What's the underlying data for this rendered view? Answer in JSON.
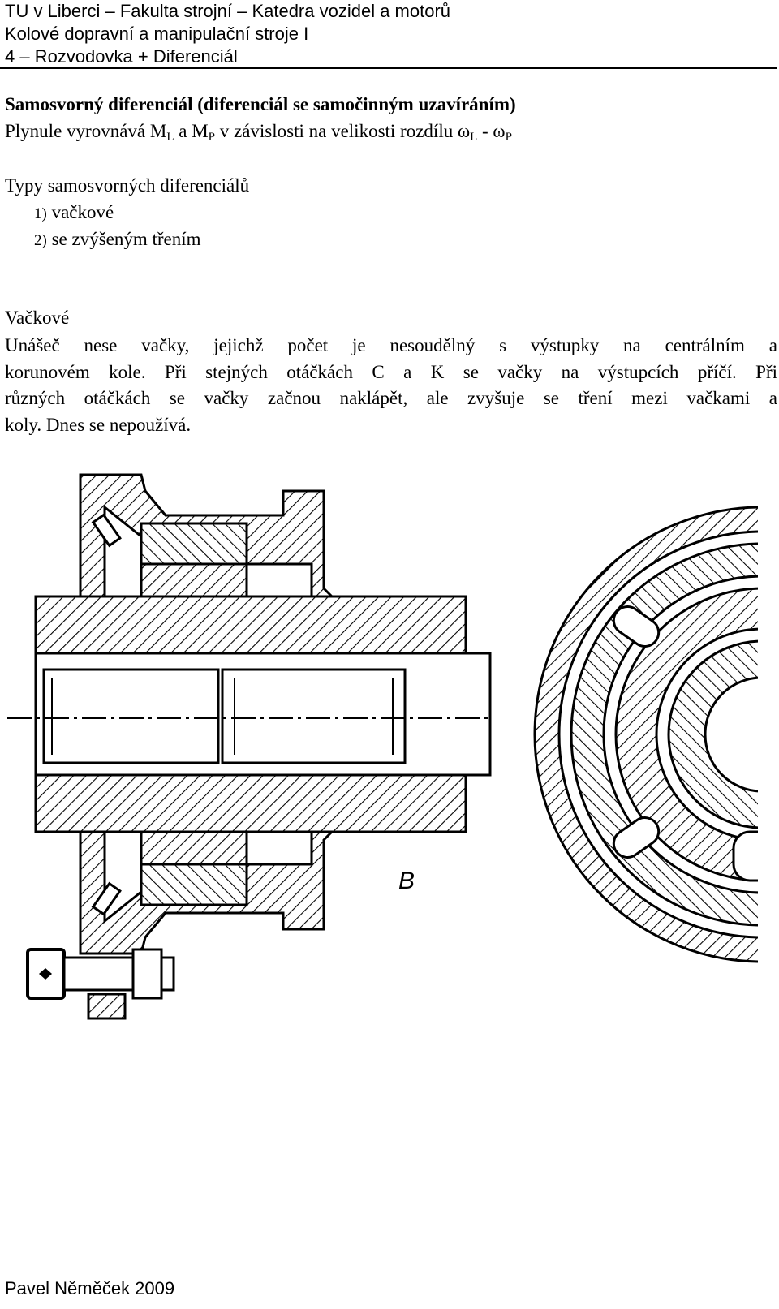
{
  "header": {
    "line1": "TU v Liberci – Fakulta strojní – Katedra vozidel a motorů",
    "line2": "Kolové dopravní a manipulační stroje I",
    "line3": "4 – Rozvodovka + Diferenciál"
  },
  "section": {
    "title": "Samosvorný diferenciál (diferenciál se samočinným uzavíráním)",
    "intro": {
      "prefix": "Plynule vyrovnává M",
      "sub1": "L",
      "mid1": " a M",
      "sub2": "P",
      "mid2": " v závislosti na velikosti rozdílu ω",
      "sub3": "L",
      "mid3": " - ω",
      "sub4": "P"
    }
  },
  "types": {
    "heading": "Typy samosvorných diferenciálů",
    "items": [
      {
        "num": "1)",
        "label": "vačkové"
      },
      {
        "num": "2)",
        "label": "se zvýšeným třením"
      }
    ]
  },
  "cam": {
    "heading": "Vačkové",
    "lines": [
      "Unášeč nese vačky, jejichž počet je nesoudělný s výstupky na centrálním a",
      "korunovém kole. Při stejných otáčkách C a K se vačky na výstupcích příčí. Při",
      "různých otáčkách se vačky začnou naklápět, ale zvyšuje se tření mezi vačkami a",
      "koly. Dnes se nepoužívá."
    ]
  },
  "figure": {
    "label": "B"
  },
  "footer": {
    "author": "Pavel Něměček 2009"
  }
}
